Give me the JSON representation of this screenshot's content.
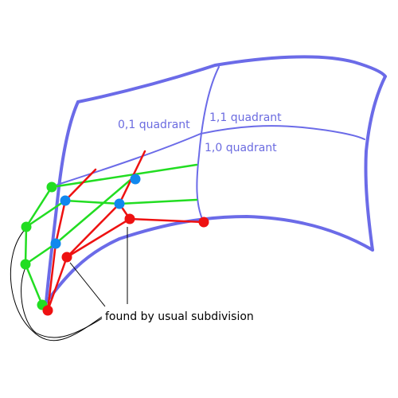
{
  "labels": {
    "q01": "0,1 quadrant",
    "q11": "1,1 quadrant",
    "q10": "1,0 quadrant",
    "note": "found by usual subdivision"
  },
  "colors": {
    "patch": "#6b6be8",
    "green": "#22dd22",
    "red": "#ee1111",
    "blue": "#1188ee",
    "note_line": "#000000"
  }
}
